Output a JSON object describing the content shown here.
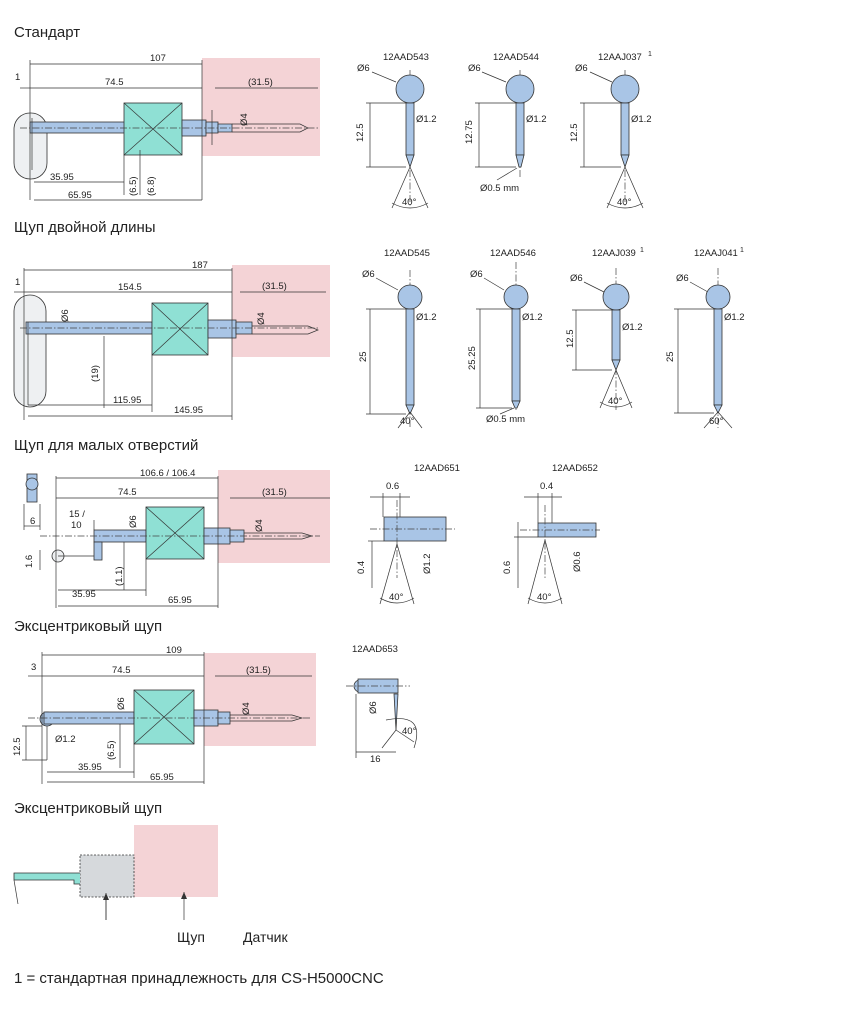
{
  "sections": [
    {
      "title": "Стандарт"
    },
    {
      "title": "Щуп двойной длины"
    },
    {
      "title": "Щуп для малых отверстий"
    },
    {
      "title": "Эксцентриковый щуп"
    },
    {
      "title": "Эксцентриковый щуп"
    }
  ],
  "standard": {
    "dims": {
      "total": "107",
      "one": "1",
      "l74": "74.5",
      "r31": "(31.5)",
      "d4": "Ø4",
      "h35": "35.95",
      "h65": "65.95",
      "v65": "(6.5)",
      "v68": "(6.8)"
    },
    "tips": [
      {
        "code": "12AAD543",
        "d6": "Ø6",
        "d12": "Ø1.2",
        "h": "12.5",
        "ang": "40°",
        "sup": ""
      },
      {
        "code": "12AAD544",
        "d6": "Ø6",
        "d12": "Ø1.2",
        "h": "12.75",
        "ang": "",
        "extra": "Ø0.5 mm",
        "sup": ""
      },
      {
        "code": "12AAJ037",
        "d6": "Ø6",
        "d12": "Ø1.2",
        "h": "12.5",
        "ang": "40°",
        "sup": "1"
      }
    ]
  },
  "double": {
    "dims": {
      "total": "187",
      "one": "1",
      "l154": "154.5",
      "r31": "(31.5)",
      "d6": "Ø6",
      "d4": "Ø4",
      "v19": "(19)",
      "h115": "115.95",
      "h145": "145.95"
    },
    "tips": [
      {
        "code": "12AAD545",
        "d6": "Ø6",
        "d12": "Ø1.2",
        "h": "25",
        "ang": "40°",
        "sup": ""
      },
      {
        "code": "12AAD546",
        "d6": "Ø6",
        "d12": "Ø1.2",
        "h": "25.25",
        "extra": "Ø0.5 mm",
        "sup": ""
      },
      {
        "code": "12AAJ039",
        "d6": "Ø6",
        "d12": "Ø1.2",
        "h": "12.5",
        "ang": "40°",
        "sup": "1"
      },
      {
        "code": "12AAJ041",
        "d6": "Ø6",
        "d12": "Ø1.2",
        "h": "25",
        "ang": "60°",
        "sup": "1"
      }
    ]
  },
  "small": {
    "dims": {
      "total": "106.6 / 106.4",
      "l74": "74.5",
      "r31": "(31.5)",
      "six": "6",
      "frac": "15 /",
      "frac2": "10",
      "d6": "Ø6",
      "d4": "Ø4",
      "v16": "1.6",
      "v11": "(1.1)",
      "h35": "35.95",
      "h65": "65.95"
    },
    "tips": [
      {
        "code": "12AAD651",
        "w": "0.6",
        "v": "0.4",
        "d": "Ø1.2",
        "ang": "40°"
      },
      {
        "code": "12AAD652",
        "w": "0.4",
        "v": "0.6",
        "d": "Ø0.6",
        "ang": "40°"
      }
    ]
  },
  "eccentric": {
    "dims": {
      "total": "109",
      "three": "3",
      "l74": "74.5",
      "r31": "(31.5)",
      "d6": "Ø6",
      "d4": "Ø4",
      "d12": "Ø1.2",
      "v125": "12.5",
      "v65": "(6.5)",
      "h35": "35.95",
      "h65": "65.95"
    },
    "tip": {
      "code": "12AAD653",
      "d6": "Ø6",
      "w": "16",
      "ang": "40°"
    }
  },
  "legend": {
    "probe_label": "Щуп",
    "sensor_label": "Датчик"
  },
  "footnote": "1 = стандартная принадлежность для CS-H5000CNC",
  "colors": {
    "probe_blue": "#a9c5e6",
    "body_teal": "#8fe0d4",
    "sensor_pink": "#f4d3d6",
    "probe_gray": "#d6d9dc"
  }
}
